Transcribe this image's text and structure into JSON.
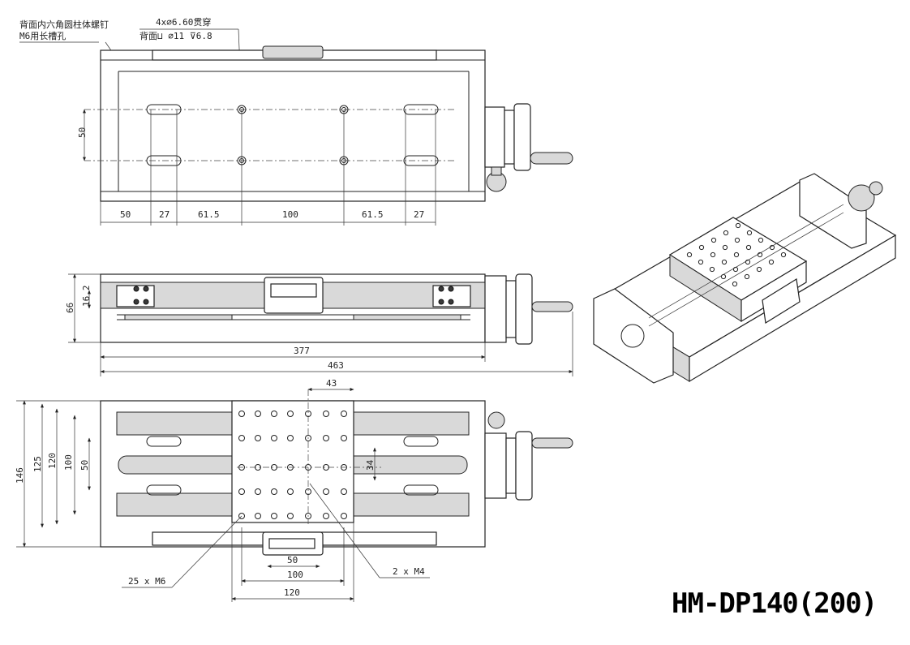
{
  "model": "HM-DP140(200)",
  "top_view": {
    "note_line1": "背面内六角圆柱体螺钉",
    "note_line2": "M6用长槽孔",
    "hole_line1": "4x∅6.60贯穿",
    "hole_line2": "背面⊔ ∅11 ⊽6.8",
    "dims": {
      "pitch_y": "50",
      "d1": "50",
      "d2": "27",
      "d3": "61.5",
      "d4": "100",
      "d5": "61.5",
      "d6": "27"
    }
  },
  "side_view": {
    "dims": {
      "h_total": "66",
      "h_axis": "16.2",
      "len_body": "377",
      "len_total": "463"
    }
  },
  "bottom_view": {
    "dims": {
      "top": "43",
      "h146": "146",
      "h125": "125",
      "h120": "120",
      "h100": "100",
      "h50": "50",
      "pitch34": "34",
      "b50": "50",
      "b100": "100",
      "b120": "120"
    },
    "label_m6": "25 x M6",
    "label_m4": "2 x M4"
  }
}
